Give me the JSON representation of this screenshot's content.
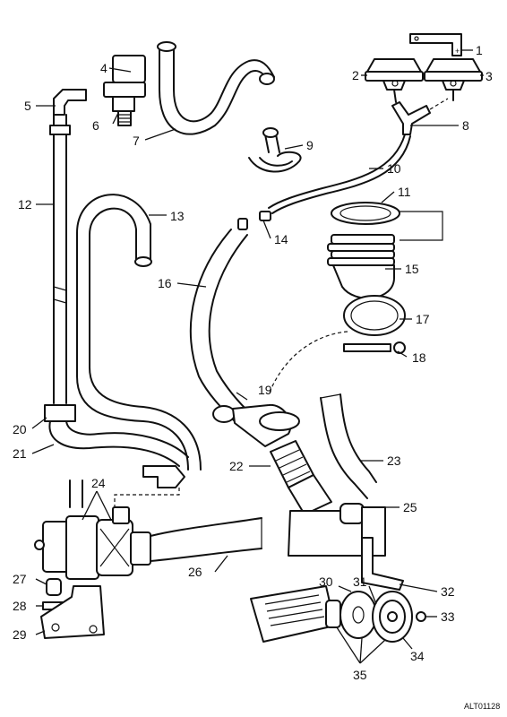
{
  "labels": [
    "1",
    "2",
    "3",
    "4",
    "5",
    "6",
    "7",
    "8",
    "9",
    "10",
    "11",
    "12",
    "13",
    "14",
    "15",
    "16",
    "17",
    "18",
    "19",
    "20",
    "21",
    "22",
    "23",
    "24",
    "25",
    "26",
    "27",
    "28",
    "29",
    "30",
    "31",
    "32",
    "33",
    "34",
    "35"
  ],
  "drawing_id": "ALT01128"
}
